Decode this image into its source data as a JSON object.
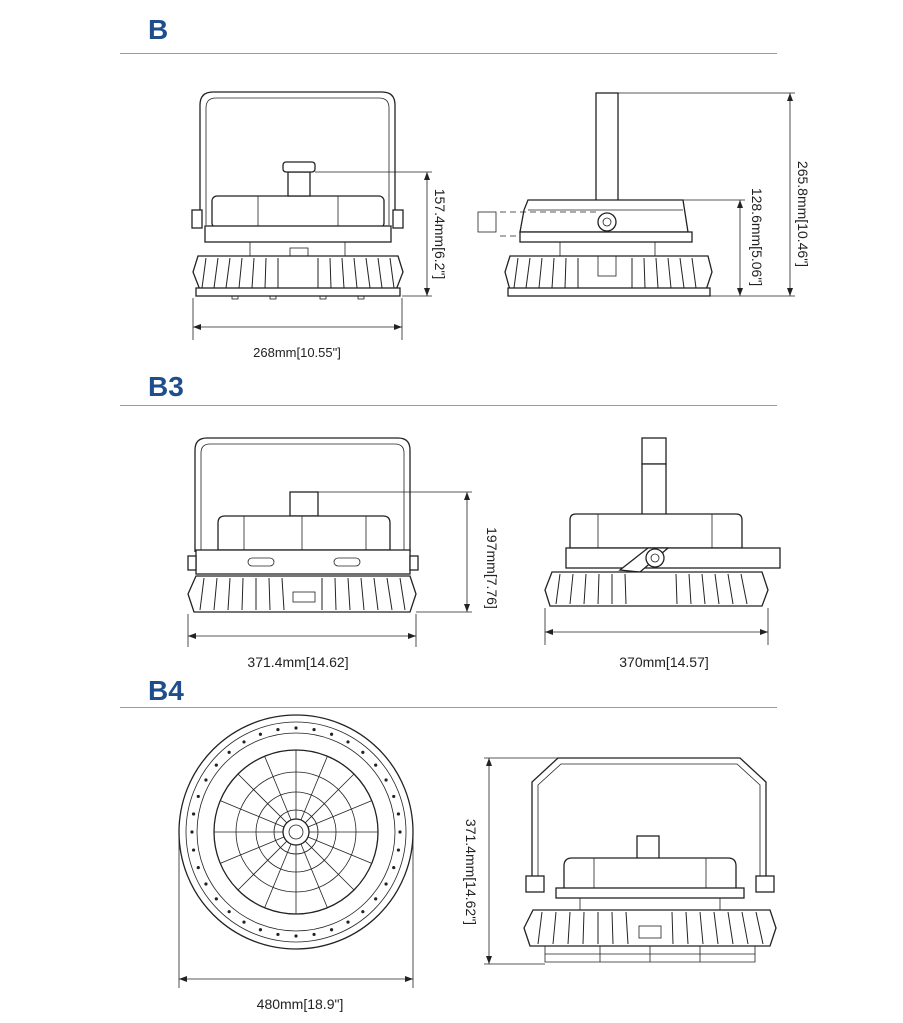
{
  "sections": [
    {
      "title": "B"
    },
    {
      "title": "B3"
    },
    {
      "title": "B4"
    }
  ],
  "dimensions": {
    "b_width": "268mm[10.55\"]",
    "b_height_front": "157.4mm[6.2\"]",
    "b_height_side_lower": "128.6mm[5.06\"]",
    "b_height_side_total": "265.8mm[10.46\"]",
    "b3_width_front": "371.4mm[14.62]",
    "b3_height": "197mm[7.76]",
    "b3_width_side": "370mm[14.57]",
    "b4_diameter": "480mm[18.9\"]",
    "b4_height": "371.4mm[14.62\"]"
  },
  "colors": {
    "title": "#1f4e8c",
    "rule": "#9a9a9a",
    "line": "#222222"
  }
}
